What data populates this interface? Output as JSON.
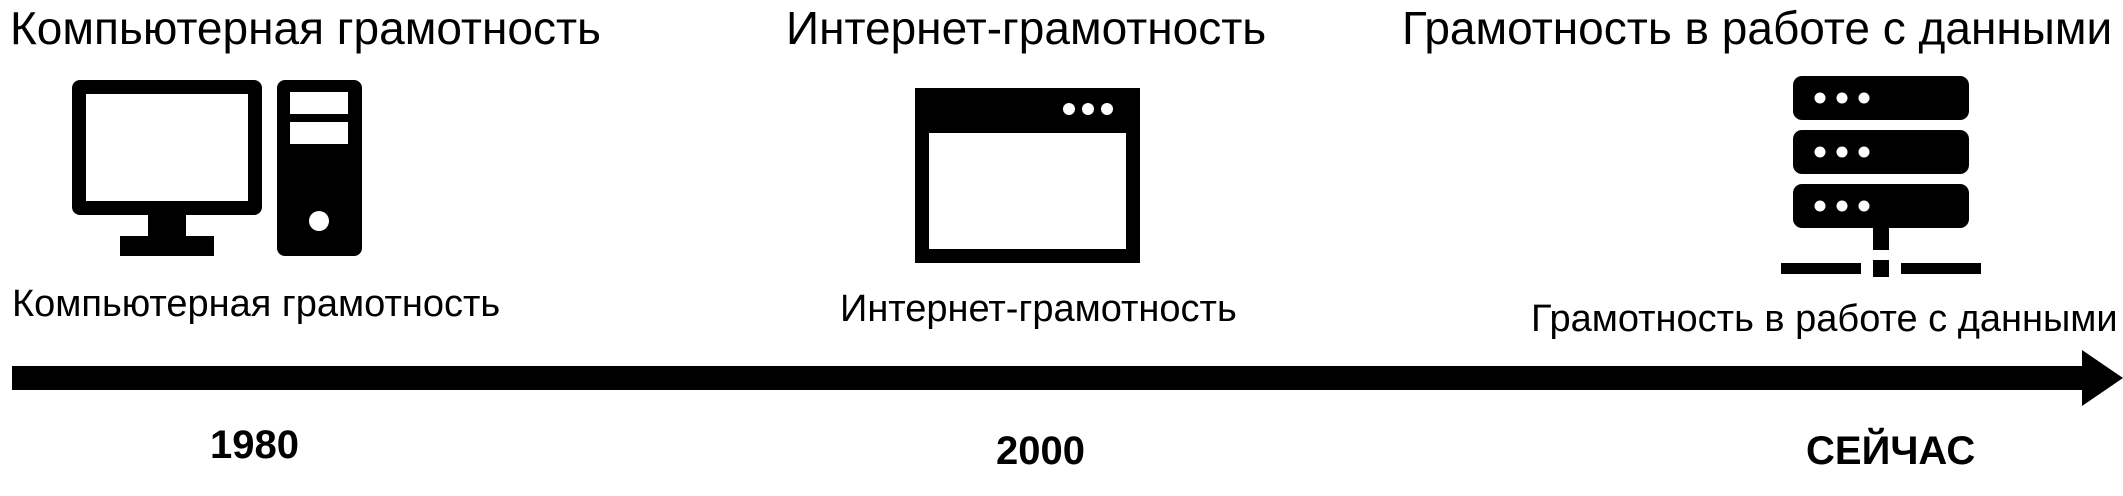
{
  "stages": [
    {
      "heading": "Компьютерная грамотность",
      "label": "Компьютерная грамотность",
      "year": "1980",
      "icon": "desktop-computer-icon"
    },
    {
      "heading": "Интернет-грамотность",
      "label": "Интернет-грамотность",
      "year": "2000",
      "icon": "browser-window-icon"
    },
    {
      "heading": "Грамотность в работе с данными",
      "label": "Грамотность в работе с данными",
      "year": "СЕЙЧАС",
      "icon": "server-icon"
    }
  ],
  "colors": {
    "foreground": "#000000",
    "background": "#ffffff"
  }
}
